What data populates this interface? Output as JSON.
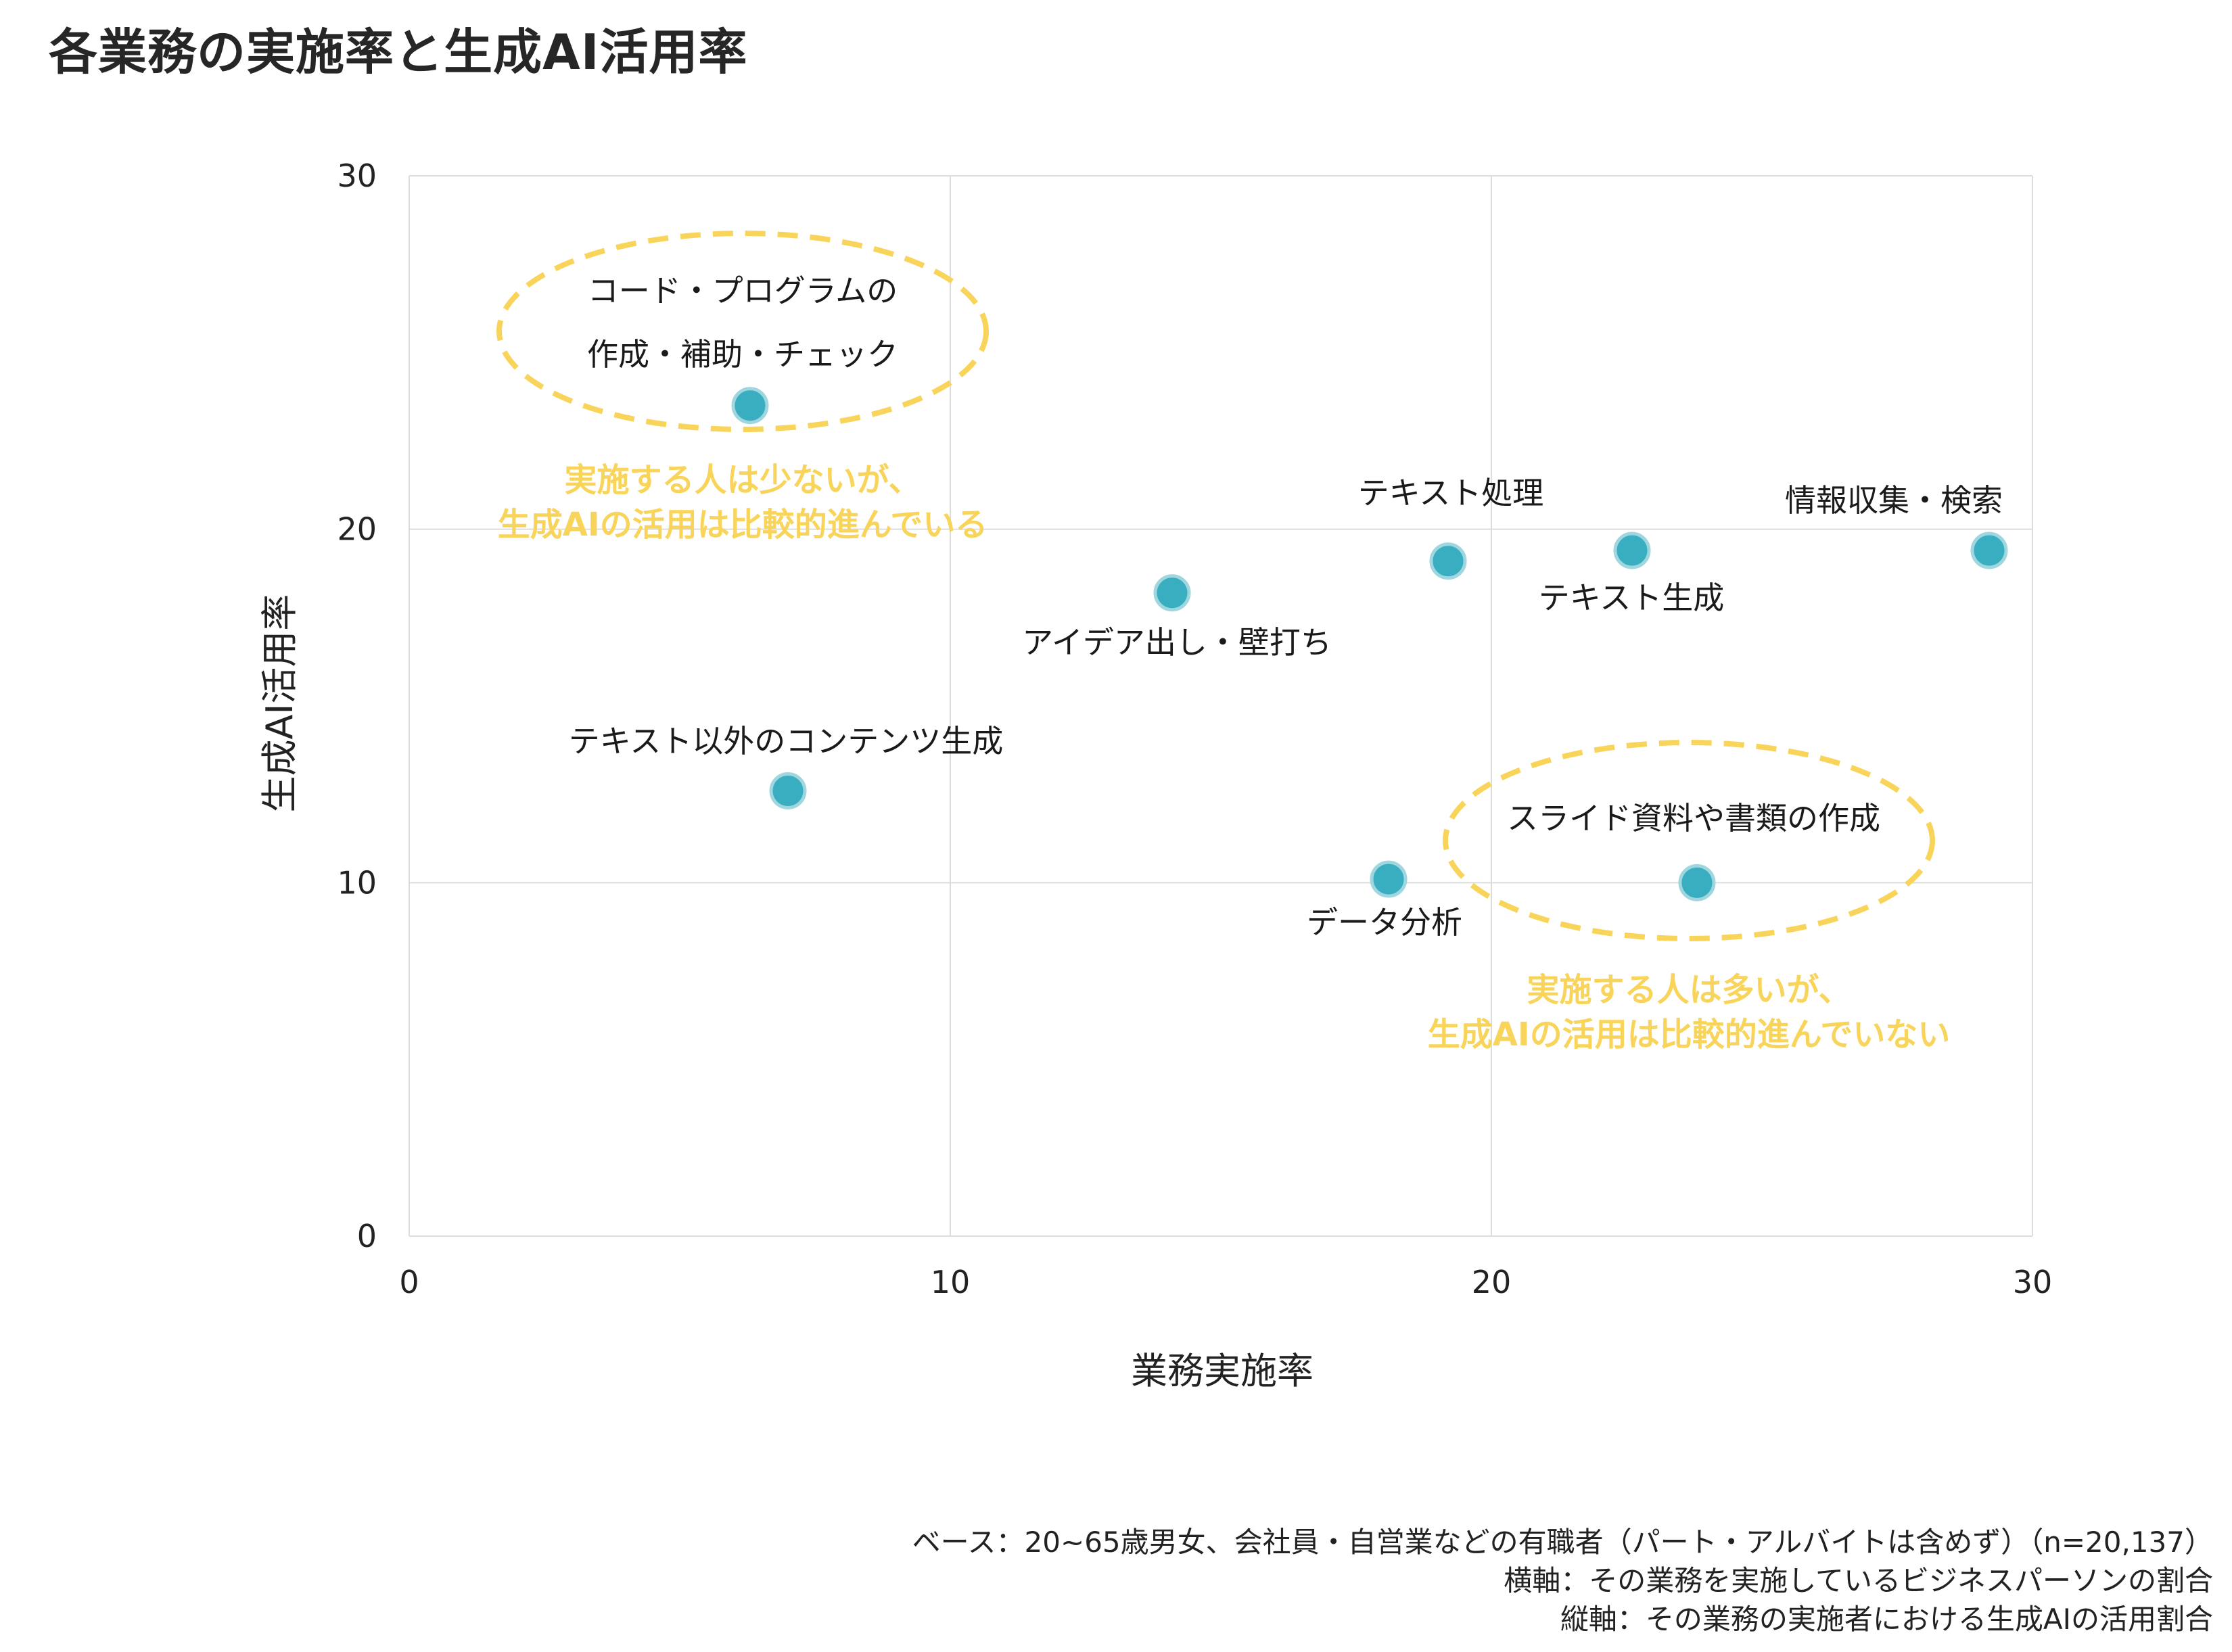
{
  "page": {
    "title": "各業務の実施率と生成AI活用率"
  },
  "colors": {
    "point_fill": "#3aaec1",
    "point_stroke": "#9fd6df",
    "highlight": "#f9d45a",
    "grid": "#dcdcdc"
  },
  "chart_data": {
    "type": "scatter",
    "xlabel": "業務実施率",
    "ylabel": "生成AI活用率",
    "xlim": [
      0,
      30
    ],
    "ylim": [
      0,
      30
    ],
    "xticks": [
      0,
      10,
      20,
      30
    ],
    "yticks": [
      0,
      10,
      20,
      30
    ],
    "grid": true,
    "points": [
      {
        "label_lines": [
          "コード・プログラムの",
          "作成・補助・チェック"
        ],
        "x": 6.3,
        "y": 23.5
      },
      {
        "label_lines": [
          "テキスト処理"
        ],
        "x": 19.2,
        "y": 19.1
      },
      {
        "label_lines": [
          "情報収集・検索"
        ],
        "x": 29.2,
        "y": 19.4
      },
      {
        "label_lines": [
          "テキスト生成"
        ],
        "x": 22.6,
        "y": 19.4
      },
      {
        "label_lines": [
          "アイデア出し・壁打ち"
        ],
        "x": 14.1,
        "y": 18.2
      },
      {
        "label_lines": [
          "テキスト以外のコンテンツ生成"
        ],
        "x": 7.0,
        "y": 12.6
      },
      {
        "label_lines": [
          "スライド資料や書類の作成"
        ],
        "x": 23.8,
        "y": 10.0
      },
      {
        "label_lines": [
          "データ分析"
        ],
        "x": 18.1,
        "y": 10.1
      }
    ],
    "annotations": [
      {
        "lines": [
          "実施する人は少ないが、",
          "生成AIの活用は比較的進んでいる"
        ]
      },
      {
        "lines": [
          "実施する人は多いが、",
          "生成AIの活用は比較的進んでいない"
        ]
      }
    ]
  },
  "footnotes": [
    "ベース：20~65歳男女、会社員・自営業などの有職者（パート・アルバイトは含めず）（n=20,137）",
    "横軸：その業務を実施しているビジネスパーソンの割合",
    "縦軸：その業務の実施者における生成AIの活用割合"
  ]
}
